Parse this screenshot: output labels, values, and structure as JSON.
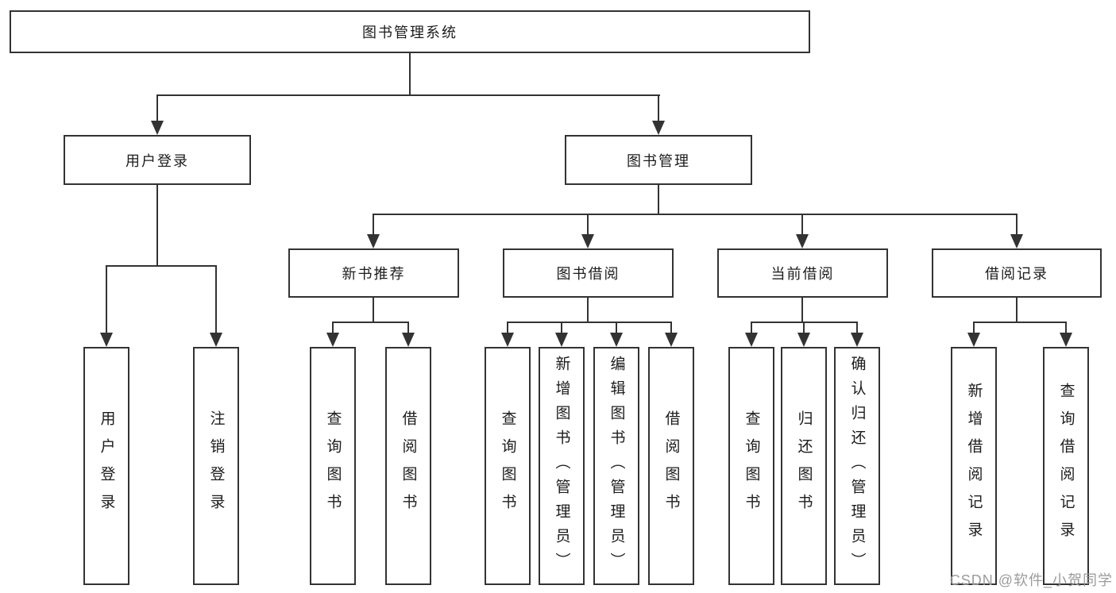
{
  "colors": {
    "line": "#333333",
    "text": "#1c1c1c",
    "background": "#ffffff",
    "watermark": "#9b9b9b"
  },
  "watermark": {
    "text": "CSDN @软件_小贺同学"
  },
  "nodes": {
    "root": {
      "label": "图书管理系统"
    },
    "level2": [
      {
        "label": "用户登录"
      },
      {
        "label": "图书管理"
      }
    ],
    "level3": [
      {
        "label": "新书推荐"
      },
      {
        "label": "图书借阅"
      },
      {
        "label": "当前借阅"
      },
      {
        "label": "借阅记录"
      }
    ],
    "level4": {
      "user_login": [
        "用户登录",
        "注销登录"
      ],
      "new_book_recommend": [
        "查询图书",
        "借阅图书"
      ],
      "book_borrow": [
        "查询图书",
        "新增图书（管理员）",
        "编辑图书（管理员）",
        "借阅图书"
      ],
      "current_borrow": [
        "查询图书",
        "归还图书",
        "确认归还（管理员）"
      ],
      "borrow_record": [
        "新增借阅记录",
        "查询借阅记录"
      ]
    }
  }
}
